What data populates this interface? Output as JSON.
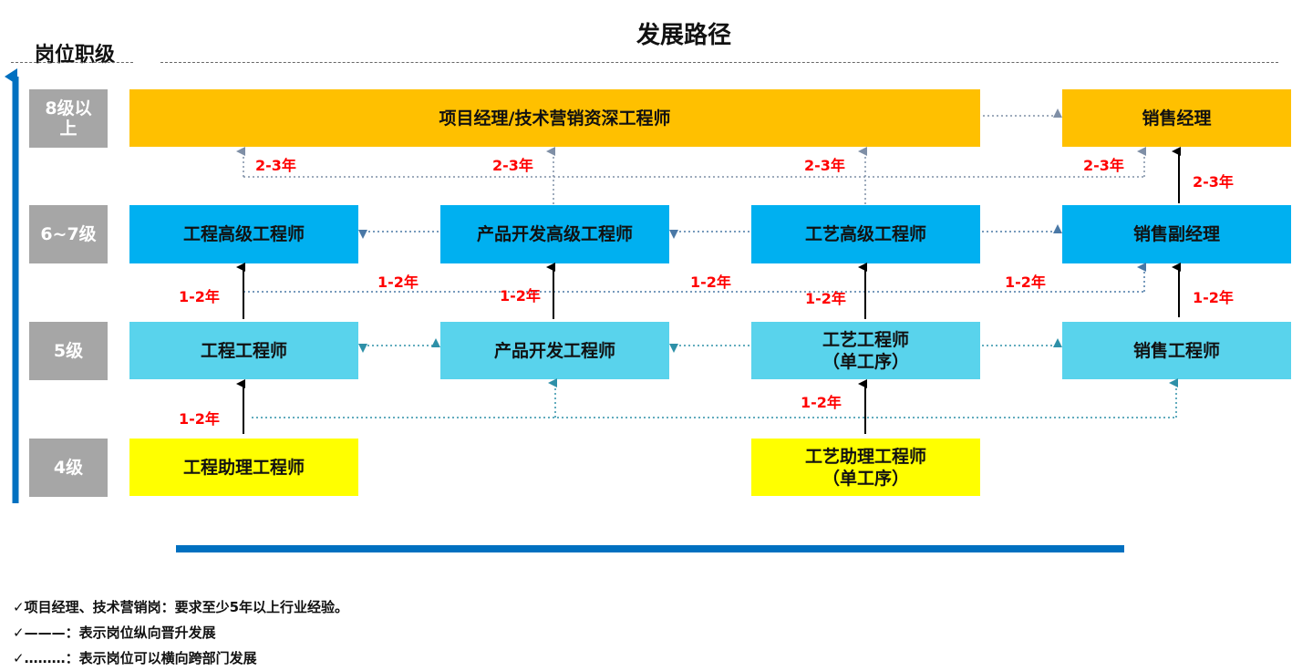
{
  "title": "发展路径",
  "axis_label": "岗位职级",
  "levels": {
    "l8": "8级以\n上",
    "l67": "6~7级",
    "l5": "5级",
    "l4": "4级"
  },
  "nodes": {
    "project_manager": "项目经理/技术营销资深工程师",
    "sales_manager": "销售经理",
    "eng_senior": "工程高级工程师",
    "prod_senior": "产品开发高级工程师",
    "proc_senior": "工艺高级工程师",
    "sales_deputy": "销售副经理",
    "eng_engineer": "工程工程师",
    "prod_engineer": "产品开发工程师",
    "proc_engineer": "工艺工程师\n（单工序）",
    "sales_engineer": "销售工程师",
    "eng_assistant": "工程助理工程师",
    "proc_assistant": "工艺助理工程师\n（单工序）"
  },
  "durations": {
    "d23": "2-3年",
    "d12": "1-2年"
  },
  "notes": [
    "✓项目经理、技术营销岗：要求至少5年以上行业经验。",
    "✓———：表示岗位纵向晋升发展",
    "✓………：表示岗位可以横向跨部门发展"
  ],
  "colors": {
    "orange": "#ffc000",
    "blue": "#00b0f0",
    "light_blue": "#59d3ec",
    "yellow": "#ffff00",
    "level_gray": "#a6a6a6",
    "axis_blue": "#0070c0",
    "duration_red": "#ff0000"
  }
}
